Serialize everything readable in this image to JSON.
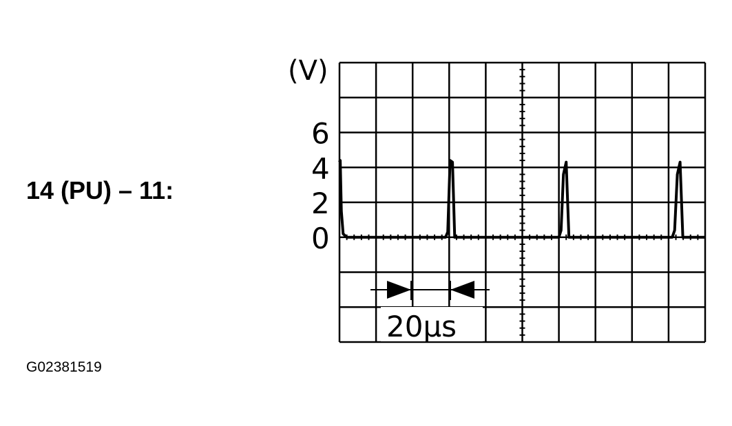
{
  "pin_label": "14 (PU) – 11:",
  "figure_id": "G02381519",
  "chart_data": {
    "type": "line",
    "title": "",
    "ylabel": "(V)",
    "xlabel": "",
    "y_ticks": [
      "6",
      "4",
      "2",
      "0"
    ],
    "y_tick_values": [
      6,
      4,
      2,
      0
    ],
    "ylim": [
      -6,
      10
    ],
    "xlim": [
      0,
      200
    ],
    "grid": true,
    "time_per_division": "20µs",
    "time_scale_label": "20μs",
    "series": [
      {
        "x": [
          0,
          0.4,
          1.0,
          2.0,
          4,
          58,
          59.2,
          60.5,
          61.8,
          63,
          120,
          121.2,
          122.5,
          124,
          125.5,
          182,
          183.3,
          184.8,
          186.3,
          187.8,
          200
        ],
        "y": [
          4.3,
          4.4,
          1.5,
          0.2,
          0,
          0,
          0.3,
          4.4,
          4.3,
          0,
          0,
          0.4,
          3.6,
          4.3,
          0,
          0,
          0.4,
          3.6,
          4.3,
          0,
          0
        ]
      }
    ]
  }
}
